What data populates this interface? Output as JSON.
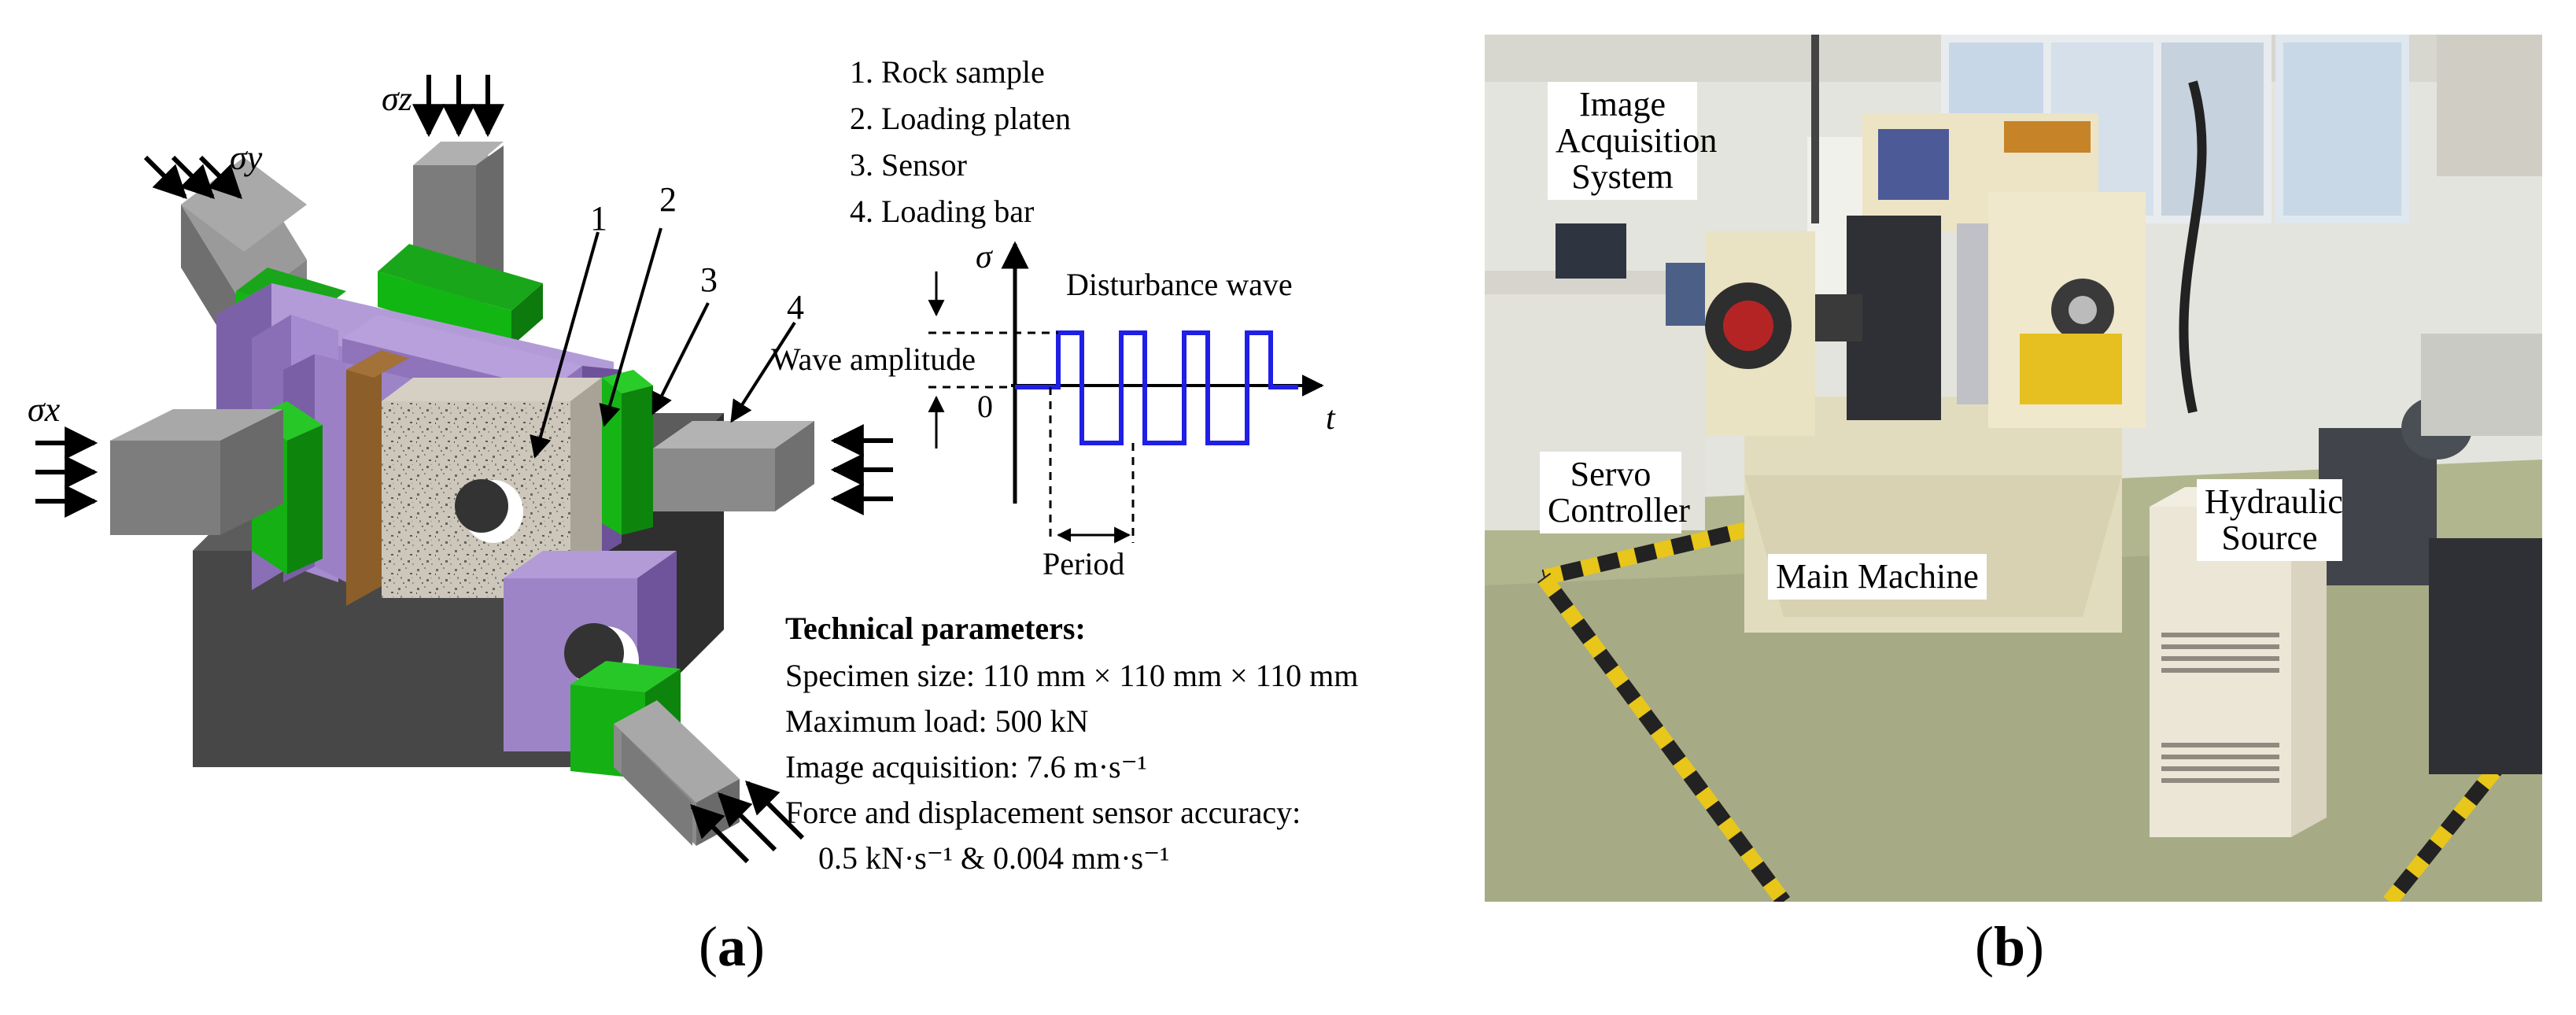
{
  "diagram": {
    "stress_labels": {
      "sigma_z": "σz",
      "sigma_y": "σy",
      "sigma_x": "σx"
    },
    "callout_numbers": [
      "1",
      "2",
      "3",
      "4"
    ],
    "legend": [
      "1. Rock sample",
      "2. Loading platen",
      "3. Sensor",
      "4. Loading bar"
    ],
    "wave": {
      "y_axis": "σ",
      "x_axis": "t",
      "title": "Disturbance wave",
      "amplitude_label": "Wave amplitude",
      "zero_label": "0",
      "period_label": "Period"
    },
    "technical": {
      "heading": "Technical parameters:",
      "lines": [
        "Specimen size: 110 mm × 110 mm × 110 mm",
        "Maximum load: 500 kN",
        "Image acquisition: 7.6 m·s⁻¹",
        "Force and displacement sensor accuracy:",
        "0.5 kN·s⁻¹ & 0.004 mm·s⁻¹"
      ]
    },
    "colors": {
      "platen": "#8e72b8",
      "sensor": "#18b018",
      "bar": "#808080",
      "base": "#454545",
      "sample": "#c8c2b6",
      "wave": "#1f1fe6"
    }
  },
  "photo": {
    "labels": {
      "image_acquisition": "Image Acquisition System",
      "servo": "Servo Controller",
      "main_machine": "Main Machine",
      "hydraulic": "Hydraulic Source"
    }
  },
  "panel_labels": {
    "a": "a",
    "b": "b"
  }
}
